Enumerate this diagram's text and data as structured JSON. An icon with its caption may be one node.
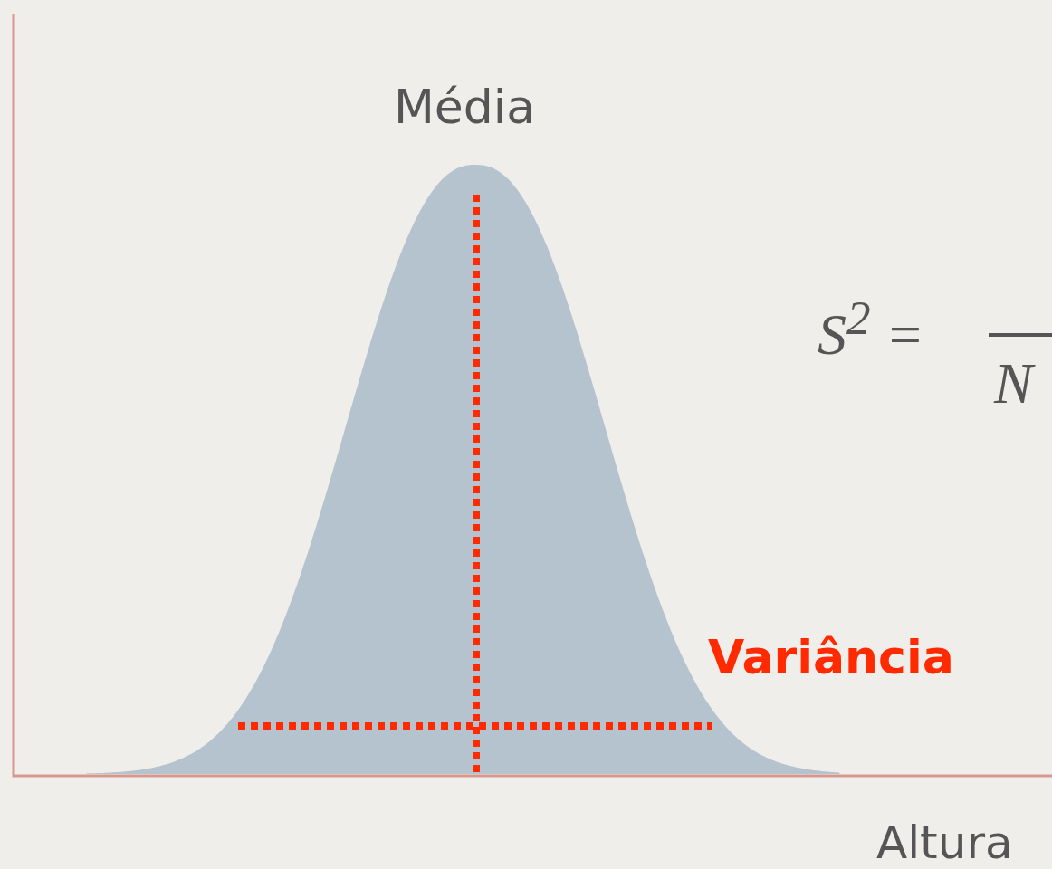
{
  "diagram": {
    "labels": [
      "Média",
      "S$^{2}$ =",
      "N",
      "Variância",
      "Altura"
    ]
  }
}
